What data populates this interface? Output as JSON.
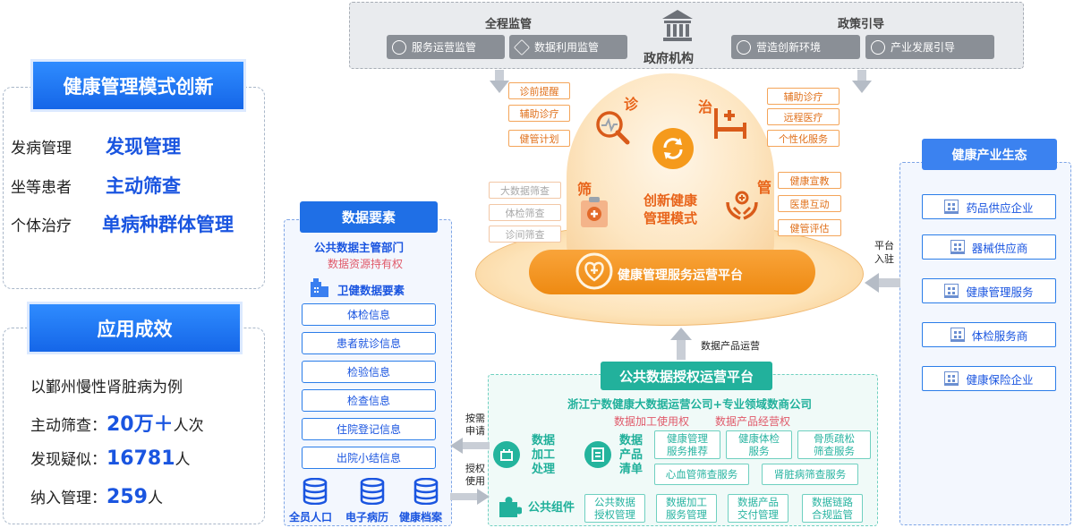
{
  "left_panel": {
    "title": "健康管理模式创新",
    "rows": [
      {
        "from": "发病管理",
        "to": "发现管理"
      },
      {
        "from": "坐等患者",
        "to": "主动筛查"
      },
      {
        "from": "个体治疗",
        "to": "单病种群体管理"
      }
    ]
  },
  "results_panel": {
    "title": "应用成效",
    "intro": "以鄞州慢性肾脏病为例",
    "items": [
      {
        "label": "主动筛查：",
        "value": "20万＋",
        "unit": "人次"
      },
      {
        "label": "发现疑似：",
        "value": "16781",
        "unit": "人"
      },
      {
        "label": "纳入管理：",
        "value": "259",
        "unit": "人"
      }
    ]
  },
  "government": {
    "left_title": "全程监管",
    "right_title": "政策引导",
    "center_label": "政府机构",
    "buttons": [
      "服务运营监管",
      "数据利用监管",
      "营造创新环境",
      "产业发展引导"
    ]
  },
  "data_elements": {
    "title": "数据要素",
    "dept": "公共数据主管部门",
    "ownership": "数据资源持有权",
    "subtitle": "卫健数据要素",
    "items": [
      "体检信息",
      "患者就诊信息",
      "检验信息",
      "检查信息",
      "住院登记信息",
      "出院小结信息"
    ],
    "databases": [
      "全员人口",
      "电子病历",
      "健康档案"
    ]
  },
  "model": {
    "center_title_line1": "创新健康",
    "center_title_line2": "管理模式",
    "quadrants": {
      "diagnose": "诊",
      "treat": "治",
      "screen": "筛",
      "manage": "管"
    },
    "diagnose_tags": [
      "诊前提醒",
      "辅助诊疗",
      "健管计划"
    ],
    "treat_tags": [
      "辅助诊疗",
      "远程医疗",
      "个性化服务"
    ],
    "screen_tags": [
      "大数据筛查",
      "体检筛查",
      "诊间筛查"
    ],
    "manage_tags": [
      "健康宣教",
      "医患互动",
      "健管评估"
    ],
    "platform": "健康管理服务运营平台"
  },
  "ecosystem": {
    "title": "健康产业生态",
    "items": [
      "药品供应企业",
      "器械供应商",
      "健康管理服务",
      "体检服务商",
      "健康保险企业"
    ],
    "join_label_1": "平台",
    "join_label_2": "入驻"
  },
  "auth_platform": {
    "title": "公共数据授权运营平台",
    "operator": "浙江宁数健康大数据运营公司+专业领域数商公司",
    "rights_left": "数据加工使用权",
    "rights_right": "数据产品经营权",
    "product_ops": "数据产品运营",
    "request_1": "按需",
    "request_2": "申请",
    "grant_1": "授权",
    "grant_2": "使用",
    "processing": "数据\n加工\n处理",
    "product_list": "数据\n产品\n清单",
    "products": [
      "健康管理\n服务推荐",
      "健康体检\n服务",
      "骨质疏松\n筛查服务",
      "心血管筛查服务",
      "肾脏病筛查服务"
    ],
    "public_component": "公共组件",
    "components": [
      "公共数据\n授权管理",
      "数据加工\n服务管理",
      "数据产品\n交付管理",
      "数据链路\n合规监管"
    ]
  }
}
